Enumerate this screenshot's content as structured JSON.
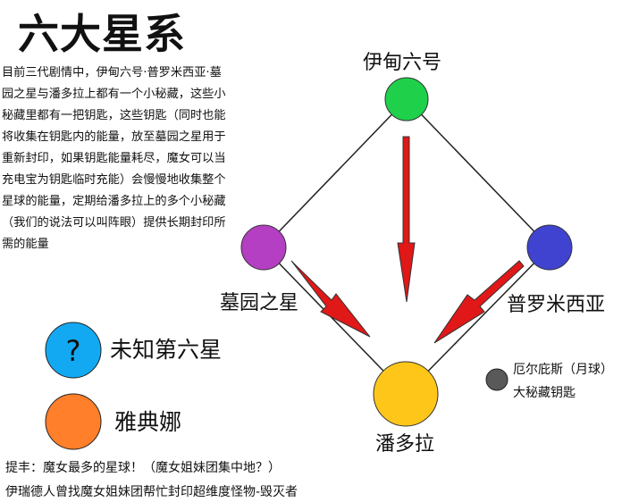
{
  "title": "六大星系",
  "description": "目前三代剧情中，伊甸六号·普罗米西亚·墓园之星与潘多拉上都有一个小秘藏，这些小秘藏里都有一把钥匙，这些钥匙（同时也能将收集在钥匙内的能量，放至墓园之星用于重新封印，如果钥匙能量耗尽，魔女可以当充电宝为钥匙临时充能）会慢慢地收集整个星球的能量，定期给潘多拉上的多个小秘藏（我们的说法可以叫阵眼）提供长期封印所需的能量",
  "nodes": {
    "eden6": {
      "label": "伊甸六号",
      "color": "#1fd14a"
    },
    "cemetery": {
      "label": "墓园之星",
      "color": "#b43fc2"
    },
    "promethea": {
      "label": "普罗米西亚",
      "color": "#3f43cf"
    },
    "pandora": {
      "label": "潘多拉",
      "color": "#ffc61a"
    },
    "elpis": {
      "label": "厄尔庇斯（月球）",
      "sublabel": "大秘藏钥匙",
      "color": "#595959"
    }
  },
  "legend": [
    {
      "label": "未知第六星",
      "symbol": "?",
      "color": "#12a9f2"
    },
    {
      "label": "雅典娜",
      "symbol": "",
      "color": "#ff7f2a"
    }
  ],
  "arrow_color": "#e01818",
  "notes": [
    "提丰：魔女最多的星球！（魔女姐妹团集中地？）",
    "伊瑞德人曾找魔女姐妹团帮忙封印超维度怪物-毁灭者"
  ]
}
